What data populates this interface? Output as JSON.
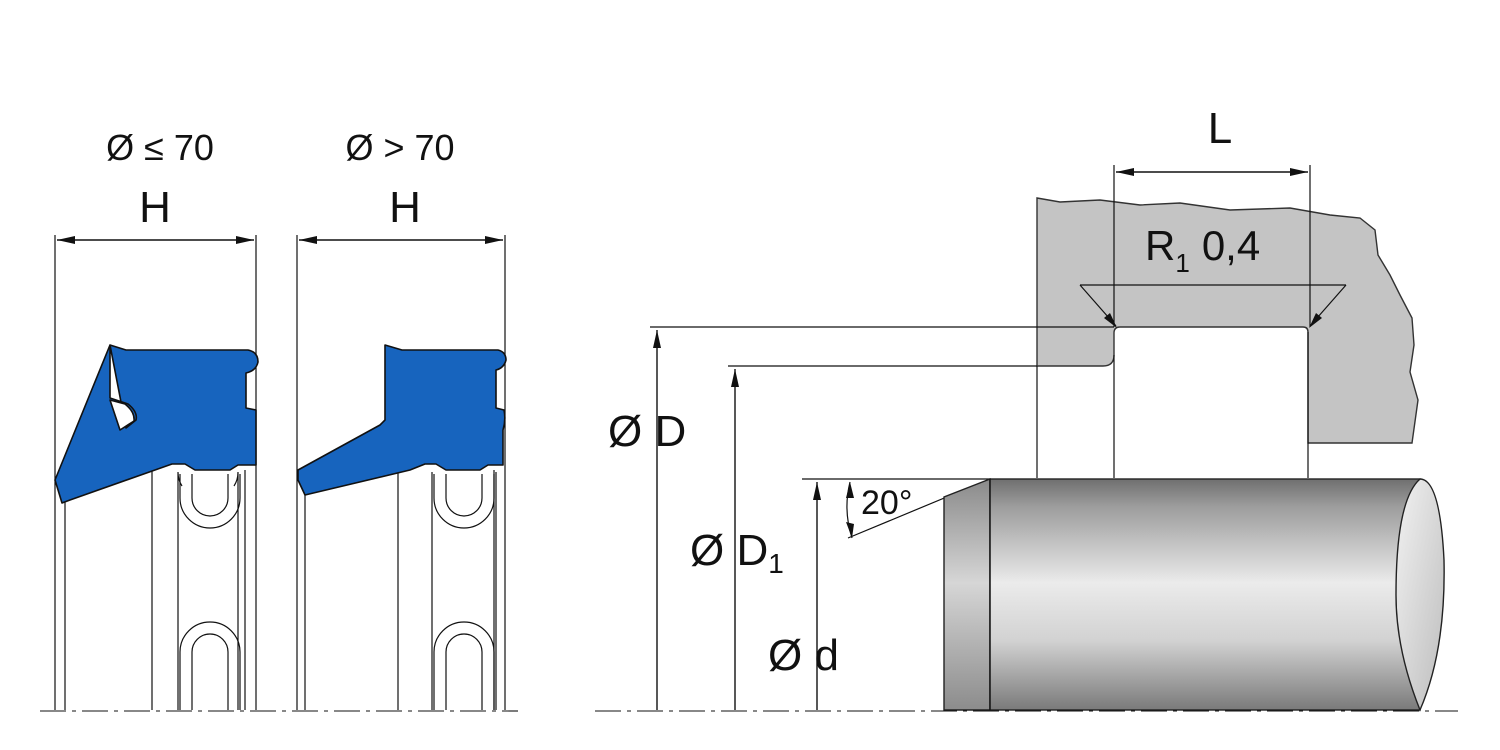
{
  "seal_left": {
    "diameter_label": "Ø ≤ 70",
    "h_label": "H"
  },
  "seal_right": {
    "diameter_label": "Ø > 70",
    "h_label": "H"
  },
  "installation": {
    "length_label": "L",
    "radius_label": "R",
    "radius_sub": "1",
    "radius_value": "0,4",
    "diameter_D_label": "Ø D",
    "diameter_D1_label": "Ø D",
    "diameter_D1_sub": "1",
    "diameter_d_label": "Ø d",
    "angle_label": "20°"
  },
  "colors": {
    "seal_fill": "#1764be",
    "housing_fill": "#c4c4c4",
    "rod_light": "#ebebeb",
    "rod_dark": "#6f6f6f"
  }
}
